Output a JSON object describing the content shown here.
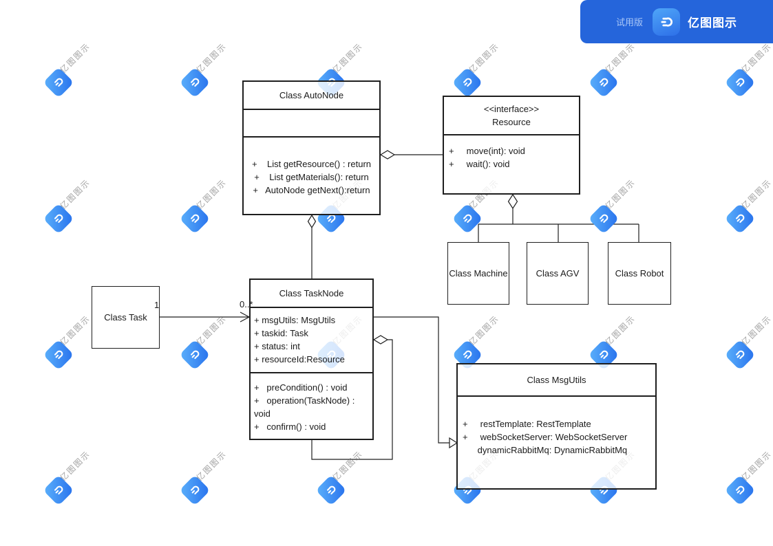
{
  "header": {
    "trial_label": "试用版",
    "brand_name": "亿图图示"
  },
  "watermark": {
    "text": "亿图图示"
  },
  "diagram": {
    "autonode": {
      "title": "Class AutoNode",
      "methods": [
        "+    List getResource() : return",
        "+    List getMaterials(): return",
        "+   AutoNode getNext():return"
      ]
    },
    "resource": {
      "stereotype": "<<interface>>",
      "name": "Resource",
      "methods": [
        "+     move(int): void",
        "+     wait(): void"
      ]
    },
    "machine": {
      "title": "Class Machine"
    },
    "agv": {
      "title": "Class AGV"
    },
    "robot": {
      "title": "Class Robot"
    },
    "task": {
      "title": "Class Task"
    },
    "tasknode": {
      "title": "Class TaskNode",
      "attributes": [
        "+ msgUtils: MsgUtils",
        "+ taskid: Task",
        "+ status: int",
        "+ resourceId:Resource"
      ],
      "methods": [
        "+   preCondition() : void",
        "+   operation(TaskNode) :",
        "void",
        "+   confirm() : void"
      ]
    },
    "msgutils": {
      "title": "Class MsgUtils",
      "attributes": [
        "+     restTemplate: RestTemplate",
        "+     webSocketServer: WebSocketServer",
        "      dynamicRabbitMq: DynamicRabbitMq"
      ]
    },
    "relations": {
      "task_to_tasknode": {
        "source_multiplicity": "1",
        "target_multiplicity": "0..*"
      }
    }
  },
  "colors": {
    "header_bg": "#2565DB",
    "logo_gradient_start": "#58ACFA",
    "logo_gradient_end": "#2B76EE",
    "line": "#1f1f1f",
    "watermark_text": "#6c6c6c"
  }
}
